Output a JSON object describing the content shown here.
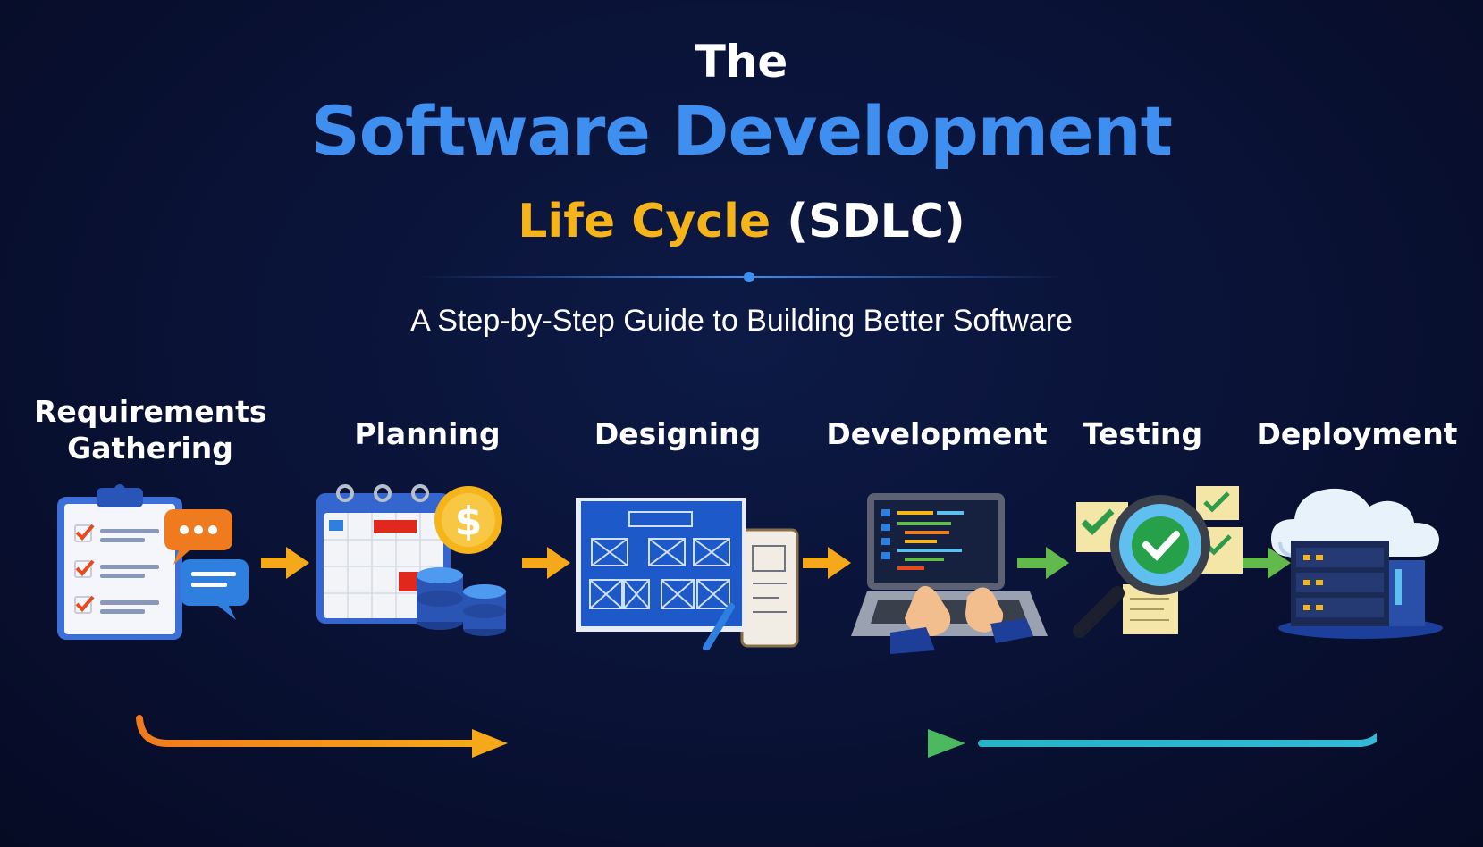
{
  "title": {
    "line1": "The",
    "line2": "Software Development",
    "line3_highlight": "Life Cycle",
    "line3_rest": "(SDLC)"
  },
  "tagline": "A Step-by-Step Guide to Building Better Software",
  "colors": {
    "accent_blue": "#3e8ff0",
    "accent_gold": "#f5b41a",
    "arrow_orange": "#f5a91a",
    "arrow_green": "#62b94c",
    "background": "#0a1338"
  },
  "steps": [
    {
      "label_line1": "Requirements",
      "label_line2": "Gathering",
      "icon": "clipboard-checklist-icon"
    },
    {
      "label_line1": "Planning",
      "icon": "calendar-coins-icon"
    },
    {
      "label_line1": "Designing",
      "icon": "blueprint-wireframe-icon"
    },
    {
      "label_line1": "Development",
      "icon": "laptop-coding-icon"
    },
    {
      "label_line1": "Testing",
      "icon": "magnifier-check-icon"
    },
    {
      "label_line1": "Deployment",
      "icon": "cloud-server-icon"
    }
  ]
}
